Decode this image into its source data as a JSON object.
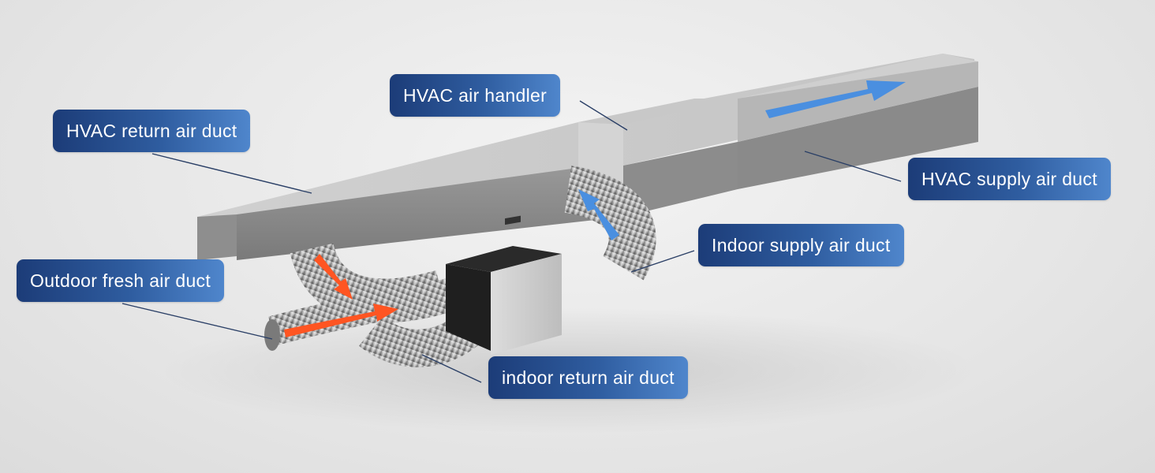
{
  "labels": {
    "return_duct": "HVAC return air duct",
    "air_handler": "HVAC air handler",
    "supply_duct": "HVAC supply air duct",
    "indoor_supply": "Indoor supply air duct",
    "outdoor_fresh": "Outdoor fresh air duct",
    "indoor_return": "indoor return air duct"
  },
  "colors": {
    "callout_dark": "#1c3c78",
    "callout_light": "#4f86cc",
    "fresh_air_arrow": "#ff5522",
    "supply_arrow": "#4a8fe0",
    "leader_line": "#2a3f66"
  }
}
